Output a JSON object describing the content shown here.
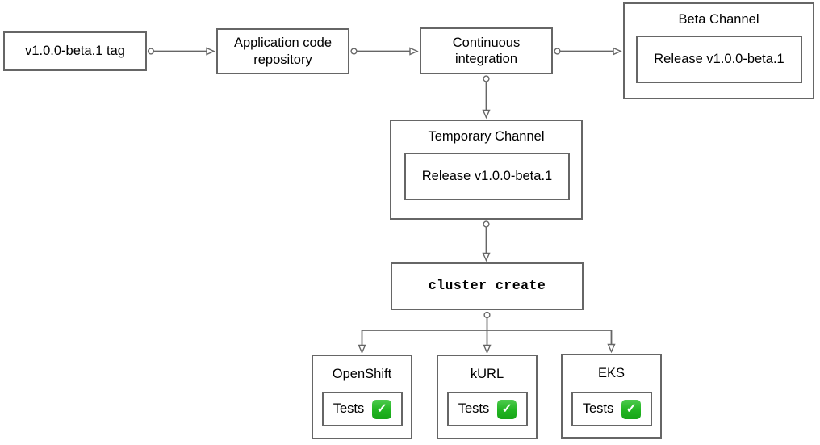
{
  "colors": {
    "background": "#ffffff",
    "node_border": "#666666",
    "edge_line": "#666666",
    "text": "#000000",
    "check_green": "#21b421",
    "check_mark": "#ffffff"
  },
  "nodes": {
    "tag": {
      "label": "v1.0.0-beta.1 tag"
    },
    "repo": {
      "label": "Application code repository"
    },
    "ci": {
      "label": "Continuous integration"
    },
    "beta_channel": {
      "title": "Beta Channel",
      "release_label": "Release v1.0.0-beta.1"
    },
    "temporary_channel": {
      "title": "Temporary Channel",
      "release_label": "Release v1.0.0-beta.1"
    },
    "cluster_create": {
      "label": "cluster create"
    },
    "clusters": [
      {
        "title": "OpenShift",
        "tests_label": "Tests",
        "status_icon": "check-mark-button",
        "check_glyph": "✓"
      },
      {
        "title": "kURL",
        "tests_label": "Tests",
        "status_icon": "check-mark-button",
        "check_glyph": "✓"
      },
      {
        "title": "EKS",
        "tests_label": "Tests",
        "status_icon": "check-mark-button",
        "check_glyph": "✓"
      }
    ]
  }
}
